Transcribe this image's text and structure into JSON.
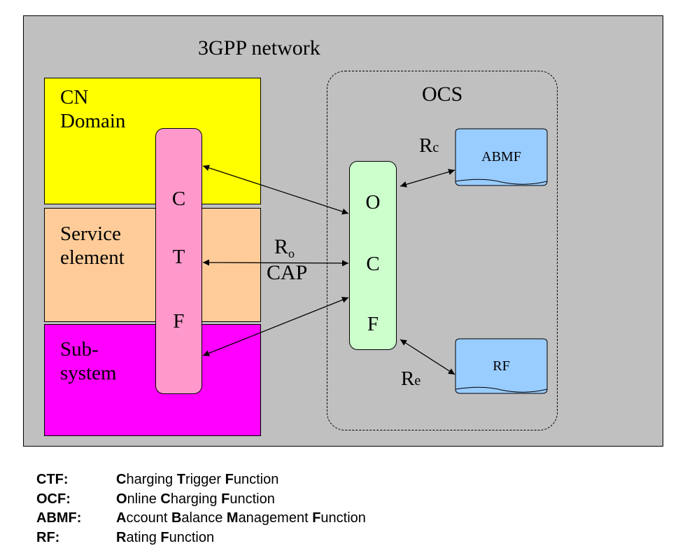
{
  "diagram": {
    "network_label": "3GPP network",
    "blocks": {
      "cn_domain": "CN\nDomain",
      "service_element": "Service\nelement",
      "subsystem": "Sub-\nsystem"
    },
    "ctf_letters": [
      "C",
      "T",
      "F"
    ],
    "ocs_label": "OCS",
    "ocf_letters": [
      "O",
      "C",
      "F"
    ],
    "abmf_label": "ABMF",
    "rf_label": "RF",
    "interfaces": {
      "ro_main": "R",
      "ro_sub": "o",
      "cap": "CAP",
      "rc_main": "R",
      "rc_sub": "c",
      "re_main": "R",
      "re_sub": "e"
    },
    "colors": {
      "background": "#c0c0c0",
      "cn_domain": "#ffff00",
      "service_element": "#ffcc99",
      "subsystem": "#ff00ff",
      "ctf": "#ff99cc",
      "ocf": "#ccffcc",
      "database": "#99ccff"
    }
  },
  "legend": [
    {
      "key": "CTF:",
      "parts": [
        [
          "C",
          "harging "
        ],
        [
          "T",
          "rigger "
        ],
        [
          "F",
          "unction"
        ]
      ]
    },
    {
      "key": "OCF:",
      "parts": [
        [
          "O",
          "nline "
        ],
        [
          "C",
          "harging "
        ],
        [
          "F",
          "unction"
        ]
      ]
    },
    {
      "key": "ABMF:",
      "parts": [
        [
          "A",
          "ccount "
        ],
        [
          "B",
          "alance "
        ],
        [
          "M",
          "anagement "
        ],
        [
          "F",
          "unction"
        ]
      ]
    },
    {
      "key": "RF:",
      "parts": [
        [
          "R",
          "ating "
        ],
        [
          "F",
          "unction"
        ]
      ]
    }
  ]
}
